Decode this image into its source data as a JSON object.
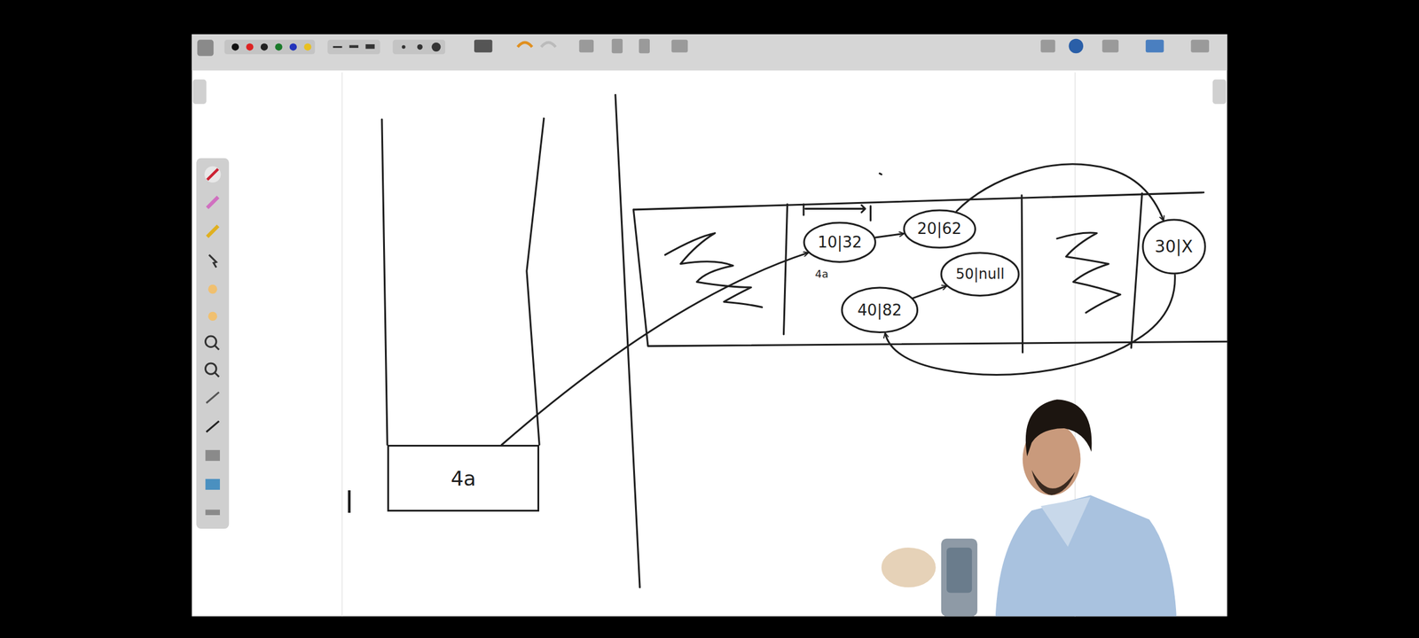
{
  "diagram": {
    "nodes": [
      {
        "text": [
          "4a"
        ]
      },
      {
        "text": [
          "10|32"
        ]
      },
      {
        "text": [
          "20|62"
        ]
      },
      {
        "text": [
          "50|null"
        ]
      },
      {
        "text": [
          "40|82"
        ]
      },
      {
        "text": [
          "30|X"
        ]
      }
    ],
    "edges": [
      {
        "from": 0,
        "to": 1,
        "arrow": "to"
      },
      {
        "from": 1,
        "to": 2,
        "arrow": "to"
      },
      {
        "from": 2,
        "to": 5,
        "arrow": "to"
      },
      {
        "from": 5,
        "to": 4,
        "arrow": "to"
      },
      {
        "from": 4,
        "to": 3,
        "arrow": "to"
      }
    ],
    "labels": [
      "l",
      "4a"
    ]
  }
}
